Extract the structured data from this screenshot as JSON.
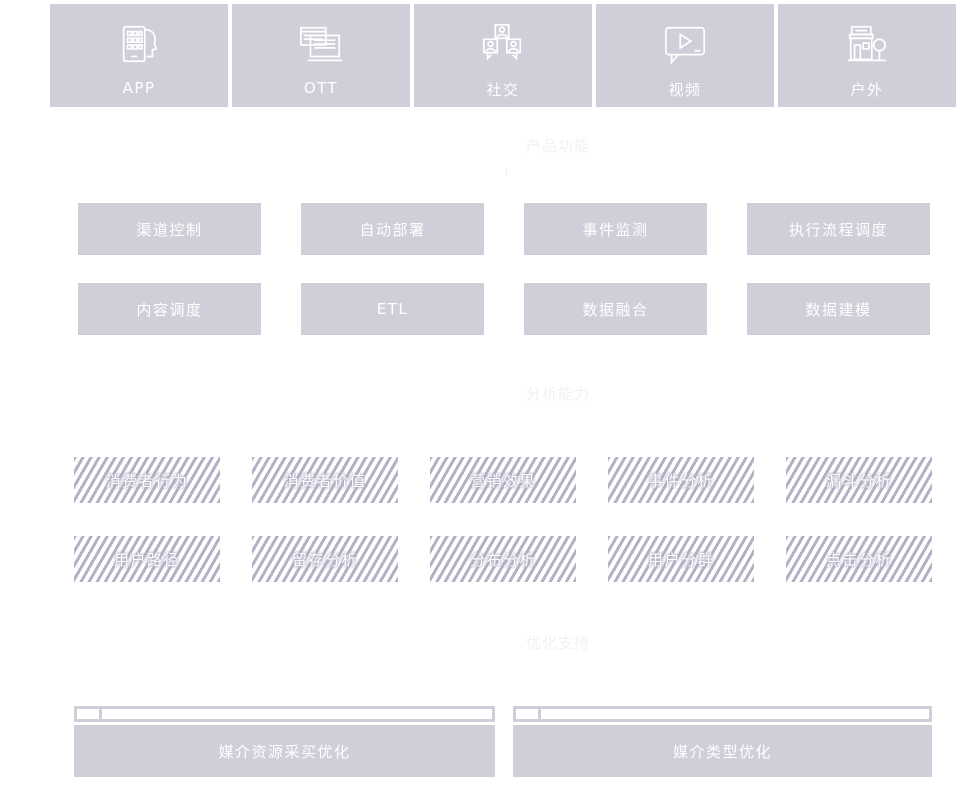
{
  "channels": [
    {
      "label": "APP",
      "icon": "mobile-app-icon"
    },
    {
      "label": "OTT",
      "icon": "screen-devices-icon"
    },
    {
      "label": "社交",
      "icon": "social-people-icon"
    },
    {
      "label": "视频",
      "icon": "video-play-icon"
    },
    {
      "label": "户外",
      "icon": "outdoor-store-icon"
    }
  ],
  "sections": {
    "functions_title": "产品功能",
    "analysis_title": "分析能力",
    "optimization_title": "优化支持"
  },
  "functions": {
    "row1": [
      "渠道控制",
      "自动部署",
      "事件监测",
      "执行流程调度"
    ],
    "row2": [
      "内容调度",
      "ETL",
      "数据融合",
      "数据建模"
    ]
  },
  "analysis": {
    "row1": [
      "消费者行为",
      "消费者价值",
      "营销效果",
      "事件分析",
      "漏斗分析"
    ],
    "row2": [
      "用户路径",
      "留存分析",
      "分布分析",
      "用户分群",
      "点击分析"
    ]
  },
  "optimizations": [
    "媒介资源采买优化",
    "媒介类型优化"
  ],
  "colors": {
    "block": "#cfced9",
    "hatch": "#b3b1c6",
    "faint_text": "#f1f1f4"
  }
}
